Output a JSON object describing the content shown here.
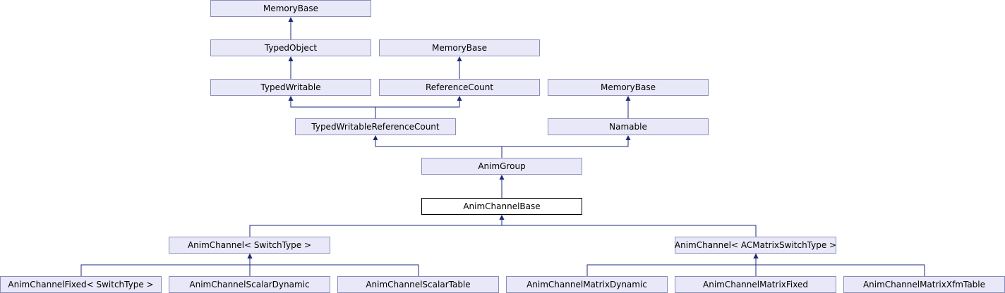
{
  "diagram": {
    "edge_color": "#1c2a7a",
    "node_fill": "#e8e8f8",
    "node_border": "#8a8fb8",
    "current_fill": "#ffffff",
    "nodes": [
      {
        "id": "mb1",
        "label": "MemoryBase"
      },
      {
        "id": "to",
        "label": "TypedObject"
      },
      {
        "id": "mb2",
        "label": "MemoryBase"
      },
      {
        "id": "tw",
        "label": "TypedWritable"
      },
      {
        "id": "rc",
        "label": "ReferenceCount"
      },
      {
        "id": "mb3",
        "label": "MemoryBase"
      },
      {
        "id": "twrc",
        "label": "TypedWritableReferenceCount"
      },
      {
        "id": "nam",
        "label": "Namable"
      },
      {
        "id": "ag",
        "label": "AnimGroup"
      },
      {
        "id": "acb",
        "label": "AnimChannelBase",
        "current": true
      },
      {
        "id": "acst",
        "label": "AnimChannel< SwitchType >"
      },
      {
        "id": "acmst",
        "label": "AnimChannel< ACMatrixSwitchType >"
      },
      {
        "id": "acf",
        "label": "AnimChannelFixed< SwitchType >"
      },
      {
        "id": "acsd",
        "label": "AnimChannelScalarDynamic"
      },
      {
        "id": "acsta",
        "label": "AnimChannelScalarTable"
      },
      {
        "id": "acmd",
        "label": "AnimChannelMatrixDynamic"
      },
      {
        "id": "acmf",
        "label": "AnimChannelMatrixFixed"
      },
      {
        "id": "acmx",
        "label": "AnimChannelMatrixXfmTable"
      }
    ],
    "edges": [
      {
        "from": "to",
        "to": "mb1"
      },
      {
        "from": "tw",
        "to": "to"
      },
      {
        "from": "rc",
        "to": "mb2"
      },
      {
        "from": "twrc",
        "to": "tw"
      },
      {
        "from": "twrc",
        "to": "rc"
      },
      {
        "from": "nam",
        "to": "mb3"
      },
      {
        "from": "ag",
        "to": "twrc"
      },
      {
        "from": "ag",
        "to": "nam"
      },
      {
        "from": "acb",
        "to": "ag"
      },
      {
        "from": "acst",
        "to": "acb"
      },
      {
        "from": "acmst",
        "to": "acb"
      },
      {
        "from": "acf",
        "to": "acst"
      },
      {
        "from": "acsd",
        "to": "acst"
      },
      {
        "from": "acsta",
        "to": "acst"
      },
      {
        "from": "acmd",
        "to": "acmst"
      },
      {
        "from": "acmf",
        "to": "acmst"
      },
      {
        "from": "acmx",
        "to": "acmst"
      }
    ]
  }
}
